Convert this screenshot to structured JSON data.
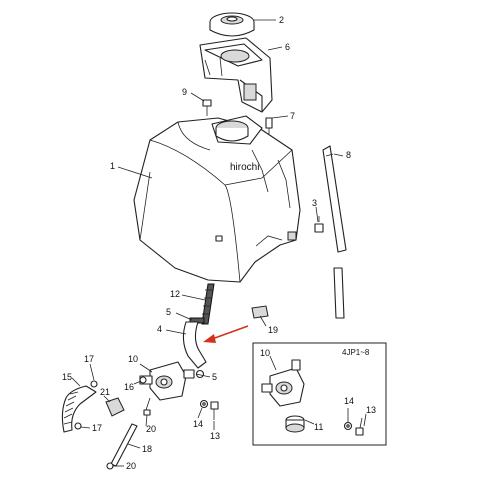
{
  "diagram": {
    "watermark": "hirochi",
    "inset_label": "4JP1~8",
    "colors": {
      "line": "#222222",
      "arrow": "#d2321e",
      "shade": "#d9d9d9"
    },
    "callouts": {
      "n1": "1",
      "n2": "2",
      "n3": "3",
      "n4": "4",
      "n5a": "5",
      "n5b": "5",
      "n6": "6",
      "n7": "7",
      "n8": "8",
      "n9": "9",
      "n10": "10",
      "n11": "11",
      "n12": "12",
      "n13": "13",
      "n14": "14",
      "n15": "15",
      "n16": "16",
      "n17a": "17",
      "n17b": "17",
      "n18": "18",
      "n19": "19",
      "n20a": "20",
      "n20b": "20",
      "n21": "21",
      "i10": "10",
      "i11": "11",
      "i13": "13",
      "i14": "14"
    }
  }
}
